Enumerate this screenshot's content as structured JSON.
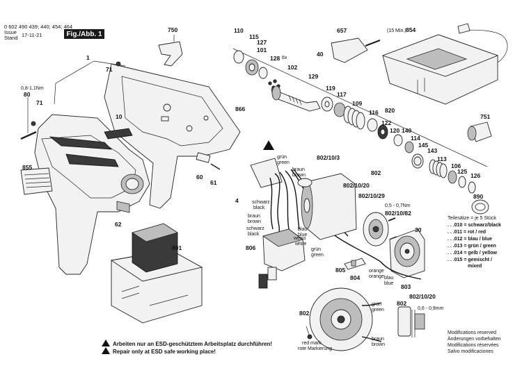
{
  "header": {
    "doc_number": "0 602 490 439; 440; 454; 464",
    "issue_label": "Issue",
    "stand_label": "Stand",
    "date": "17-11-21",
    "figure_label": "Fig./Abb. 1"
  },
  "parts": {
    "p1": "1",
    "p4": "4",
    "p10": "10",
    "p30": "30",
    "p40": "40",
    "p60": "60",
    "p61": "61",
    "p62": "62",
    "p71a": "71",
    "p71b": "71",
    "p80": "80",
    "p101": "101",
    "p102": "102",
    "p106": "106",
    "p109": "109",
    "p110": "110",
    "p113": "113",
    "p114": "114",
    "p115": "115",
    "p116": "116",
    "p117": "117",
    "p119": "119",
    "p120": "120",
    "p122": "122",
    "p125": "125",
    "p126": "126",
    "p127": "127",
    "p128": "128",
    "p129": "129",
    "p140": "140",
    "p143": "143",
    "p145": "145",
    "p657": "657",
    "p750": "750",
    "p751": "751",
    "p801": "801",
    "p802a": "802",
    "p802_10_3": "802/10/3",
    "p802_10_20": "802/10/20",
    "p802_10_29": "802/10/29",
    "p802_10_82": "802/10/82",
    "p803": "803",
    "p804": "804",
    "p805": "805",
    "p806": "806",
    "p820": "820",
    "p854": "854",
    "p855": "855",
    "p866": "866",
    "p890": "890",
    "p802b": "802",
    "p802c": "802",
    "p802_10_20b": "802/10/20"
  },
  "annotations": {
    "torque": "0,8-1,1Nm",
    "x6": "6x",
    "min15": "(15 Min.)",
    "torque2": "0,5 - 0,7Nm",
    "gap": "0,6 - 0,9mm"
  },
  "wires": {
    "gruen_green": [
      "grün",
      "green"
    ],
    "braun_brown": [
      "braun",
      "brown"
    ],
    "schwarz_black1": [
      "schwarz",
      "black"
    ],
    "braun_brown2": [
      "braun",
      "brown"
    ],
    "schwarz_black2": [
      "schwarz",
      "black"
    ],
    "blau_blue": [
      "blau",
      "blue"
    ],
    "weiss_white": [
      "weiss",
      "white"
    ],
    "gruen_green2": [
      "grün",
      "green"
    ],
    "orange_orange": [
      "orange",
      "orange"
    ],
    "blau_blue2": [
      "blau",
      "blue"
    ],
    "gruen_green3": [
      "grün",
      "green"
    ],
    "braun_brown3": [
      "braun",
      "brown"
    ],
    "red_mark": [
      "red mark",
      "rote Markierung"
    ]
  },
  "teilesaetze": {
    "title": "Teilesätze = je 5 Stück",
    "items": [
      ". . .010 = schwarz/black",
      ". . .011 = rot / red",
      ". . .012 = blau / blue",
      ". . .013 = grün / green",
      ". . .014 = gelb / yellow",
      ". . .015 = gemischt /",
      "mixed"
    ]
  },
  "warning": {
    "line1": "Arbeiten nur an ESD-geschütztem Arbeitsplatz durchführen!",
    "line2": "Repair only at ESD safe working place!"
  },
  "footer": {
    "lines": [
      "Modifications reserved",
      "Änderungen vorbehalten",
      "Modifications réservées",
      "Salvo modificaciones"
    ]
  }
}
